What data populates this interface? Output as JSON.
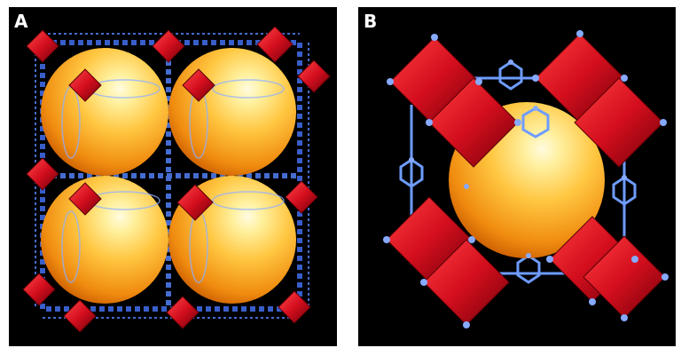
{
  "panels": [
    {
      "label": "A"
    },
    {
      "label": "B"
    }
  ],
  "colors": {
    "background": "#000000",
    "sphere_light": "#fff6b0",
    "sphere_mid": "#ffb52a",
    "sphere_dark": "#d86a00",
    "octahedron": "#d40e1e",
    "octahedron_dark": "#7a0008",
    "linker": "#6e9cff",
    "node": "#86aaff"
  },
  "icons": {
    "sphere": "pore-sphere",
    "octahedron": "metal-cluster-octahedron",
    "linker": "organic-linker"
  }
}
